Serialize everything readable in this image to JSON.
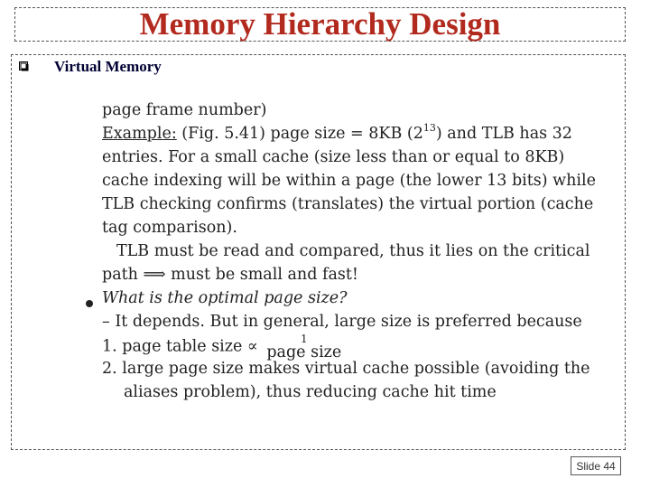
{
  "title": "Memory Hierarchy Design",
  "section_label": "Virtual Memory",
  "lines": {
    "l1": "page frame number)",
    "l2_label": "Example:",
    "l2_rest": " (Fig. 5.41) page size = 8KB (2",
    "l2_sup": "13",
    "l2_end": ") and TLB has 32",
    "l3": "entries. For a small cache (size less than or equal to 8KB)",
    "l4": "cache indexing will be within a page (the lower 13 bits) while",
    "l5": "TLB checking confirms (translates) the virtual portion (cache",
    "l6": "tag comparison).",
    "l7": "TLB must be read and compared, thus it lies on the critical",
    "l8_pre": "path ",
    "l8_arrow": "⟹",
    "l8_post": " must be small and fast!",
    "l9": "What is the optimal page size?",
    "l10": "– It depends. But in general, large size is preferred because",
    "l11_pre": "1.  page table size ∝ ",
    "l11_num": "1",
    "l11_den": "page size",
    "l12": "2.  large page size makes virtual cache possible (avoiding the",
    "l13": "aliases problem), thus reducing cache hit time"
  },
  "slide_number": "Slide 44"
}
